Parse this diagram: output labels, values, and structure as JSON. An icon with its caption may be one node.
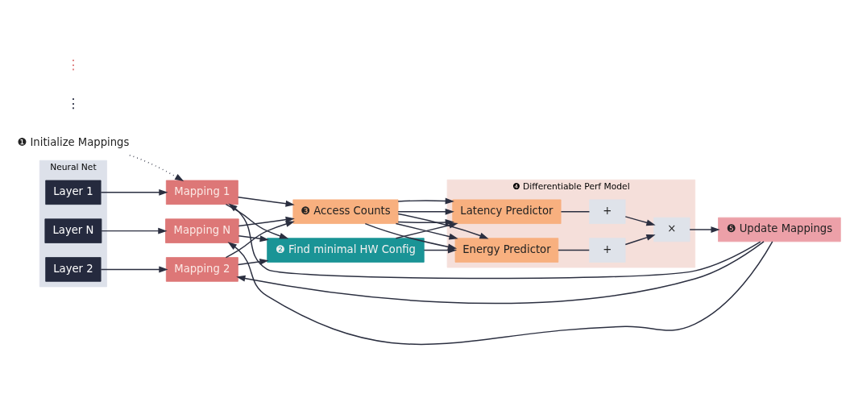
{
  "diagram": {
    "nodes": [
      {
        "text": [
          "Neural Net"
        ]
      },
      {
        "text": [
          "Layer 1"
        ],
        "in": 0
      },
      {
        "text": [
          "Layer 2"
        ],
        "in": 0
      },
      {
        "text": [
          "Layer N"
        ],
        "in": 0
      },
      {
        "text": [
          "Mapping 1"
        ]
      },
      {
        "text": [
          "Mapping 2"
        ]
      },
      {
        "text": [
          "Mapping N"
        ]
      },
      {
        "text": [
          "❶ Initialize Mappings"
        ]
      },
      {
        "text": [
          "❸ Access Counts"
        ]
      },
      {
        "text": [
          "❷ Find minimal HW Config"
        ]
      },
      {
        "text": [
          "❹ Differentiable Perf Model"
        ]
      },
      {
        "text": [
          "Latency Predictor"
        ],
        "in": 10
      },
      {
        "text": [
          "Energy Predictor"
        ],
        "in": 10
      },
      {
        "text": [
          "+"
        ],
        "in": 10
      },
      {
        "text": [
          "+"
        ],
        "in": 10
      },
      {
        "text": [
          "×"
        ],
        "in": 10
      },
      {
        "text": [
          "❺ Update Mappings"
        ]
      }
    ],
    "edges": [
      {
        "from": 7,
        "to": 4,
        "arrow": "to",
        "style": "dashed"
      },
      {
        "from": 1,
        "to": 4,
        "arrow": "to"
      },
      {
        "from": 2,
        "to": 5,
        "arrow": "to"
      },
      {
        "from": 3,
        "to": 6,
        "arrow": "to"
      },
      {
        "from": 4,
        "to": 8,
        "arrow": "to"
      },
      {
        "from": 5,
        "to": 8,
        "arrow": "to"
      },
      {
        "from": 6,
        "to": 8,
        "arrow": "to"
      },
      {
        "from": 8,
        "to": 11,
        "arrow": "to"
      },
      {
        "from": 8,
        "to": 11,
        "arrow": "to"
      },
      {
        "from": 8,
        "to": 11,
        "arrow": "to"
      },
      {
        "from": 8,
        "to": 12,
        "arrow": "to"
      },
      {
        "from": 8,
        "to": 12,
        "arrow": "to"
      },
      {
        "from": 8,
        "to": 12,
        "arrow": "to"
      },
      {
        "from": 4,
        "to": 9,
        "arrow": "to"
      },
      {
        "from": 5,
        "to": 9,
        "arrow": "to"
      },
      {
        "from": 6,
        "to": 9,
        "arrow": "to"
      },
      {
        "from": 9,
        "to": 11,
        "arrow": "to"
      },
      {
        "from": 9,
        "to": 12,
        "arrow": "to"
      },
      {
        "from": 11,
        "to": 13,
        "arrow": "none"
      },
      {
        "from": 12,
        "to": 14,
        "arrow": "none"
      },
      {
        "from": 13,
        "to": 15,
        "arrow": "to"
      },
      {
        "from": 14,
        "to": 15,
        "arrow": "to"
      },
      {
        "from": 15,
        "to": 16,
        "arrow": "to"
      },
      {
        "from": 16,
        "to": 4,
        "arrow": "to"
      },
      {
        "from": 16,
        "to": 5,
        "arrow": "to"
      },
      {
        "from": 16,
        "to": 6,
        "arrow": "to"
      }
    ],
    "labels": [
      "⋮",
      "⋮"
    ]
  }
}
